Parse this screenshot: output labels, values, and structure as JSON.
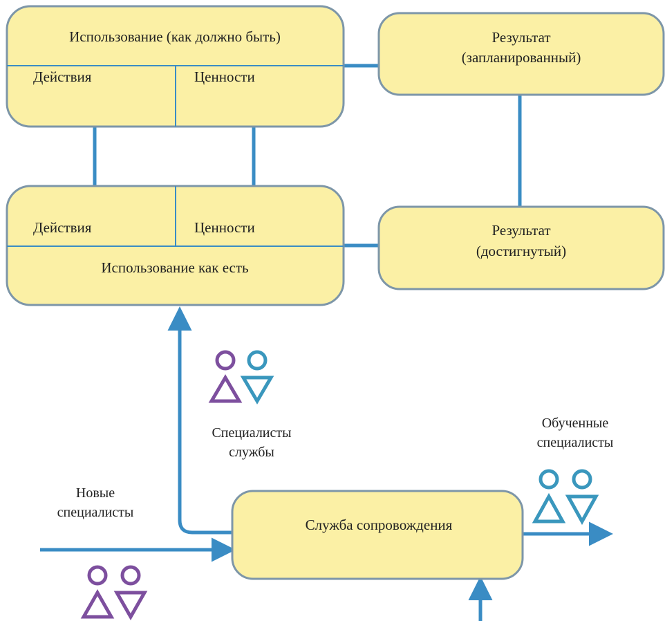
{
  "colors": {
    "box_fill": "#fbf0a5",
    "box_stroke": "#7d96a8",
    "connector": "#3a8cc4",
    "purple": "#7d4f9e",
    "teal": "#3a97bd",
    "text": "#222222"
  },
  "usage_target": {
    "title": "Использование (как должно быть)",
    "actions": "Действия",
    "values": "Ценности"
  },
  "usage_actual": {
    "title": "Использование как есть",
    "actions": "Действия",
    "values": "Ценности"
  },
  "result_planned": {
    "line1": "Результат",
    "line2": "(запланированный)"
  },
  "result_achieved": {
    "line1": "Результат",
    "line2": "(достигнутый)"
  },
  "support_service": {
    "label": "Служба сопровождения"
  },
  "labels": {
    "service_specialists_line1": "Специалисты",
    "service_specialists_line2": "службы",
    "trained_line1": "Обученные",
    "trained_line2": "специалисты",
    "new_line1": "Новые",
    "new_line2": "специалисты"
  },
  "icons": {
    "people": "circle-triangle-people-icon"
  }
}
